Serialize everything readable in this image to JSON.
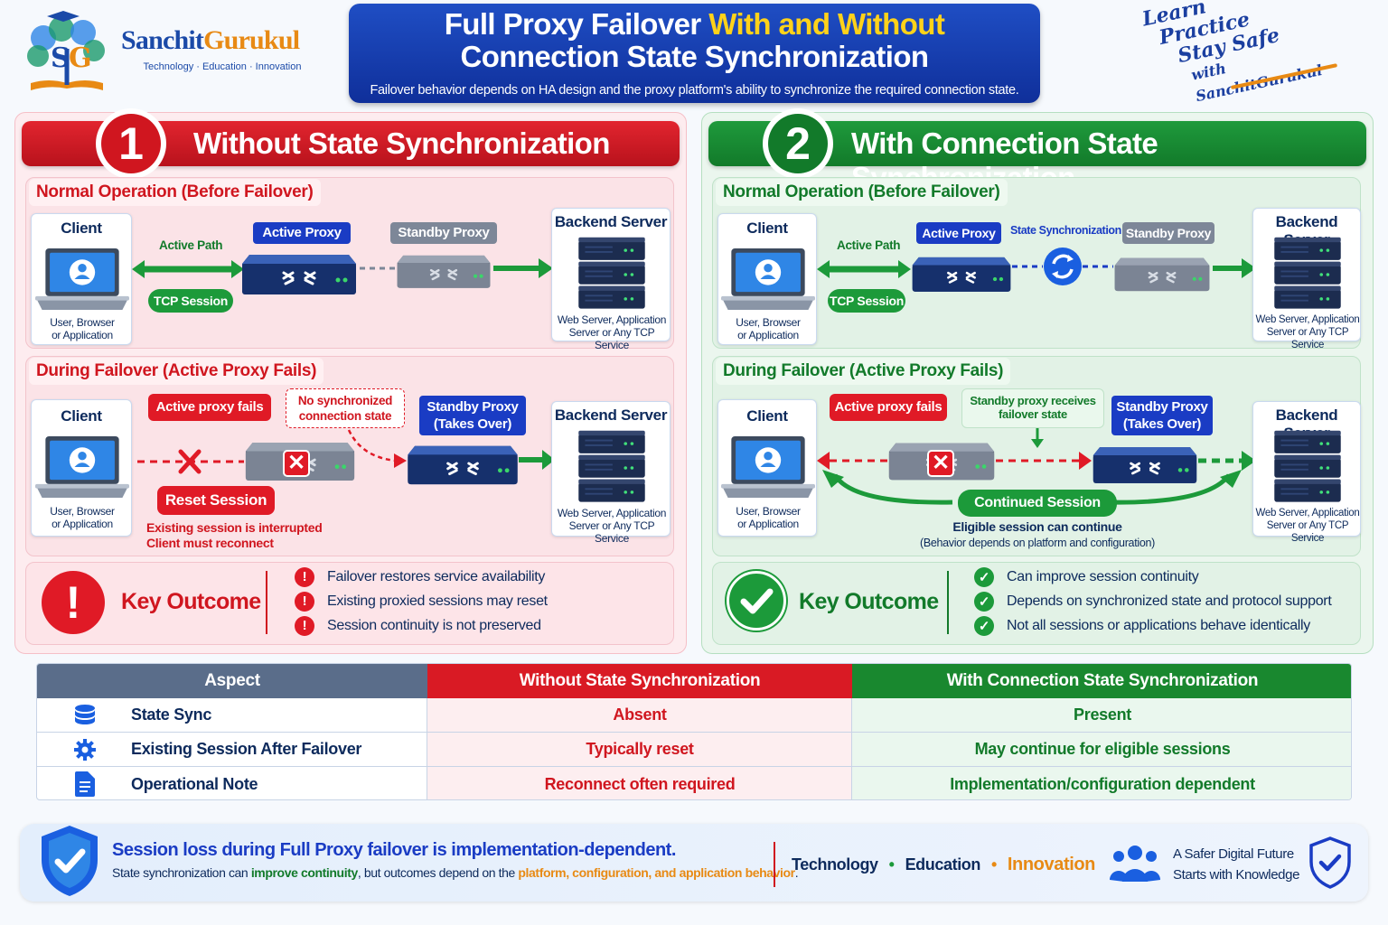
{
  "header": {
    "logo_name_a": "Sanchit",
    "logo_name_b": "Gurukul",
    "logo_tagline": "Technology  ·  Education  ·  Innovation",
    "title_line1_a": "Full Proxy Failover ",
    "title_line1_b": "With and Without",
    "title_line2": "Connection State Synchronization",
    "subtitle": "Failover behavior depends on HA design and the proxy platform's ability to synchronize the required connection state.",
    "slogan": [
      "Learn",
      "Practice",
      "Stay Safe",
      "with SanchitGurukul"
    ]
  },
  "left": {
    "number": "1",
    "title": "Without State Synchronization",
    "normal": {
      "title": "Normal Operation (Before Failover)",
      "client_title": "Client",
      "client_sub": [
        "User, Browser",
        "or Application"
      ],
      "active_path": "Active Path",
      "tcp_session": "TCP Session",
      "active_proxy": "Active Proxy",
      "standby_proxy": "Standby Proxy",
      "backend_title": "Backend Server",
      "backend_sub": [
        "Web Server, Application",
        "Server or Any TCP Service"
      ]
    },
    "failover": {
      "title": "During Failover (Active Proxy Fails)",
      "client_title": "Client",
      "client_sub": [
        "User, Browser",
        "or Application"
      ],
      "active_fails": "Active proxy fails",
      "no_sync": [
        "No synchronized",
        "connection state"
      ],
      "standby_takes": [
        "Standby Proxy",
        "(Takes Over)"
      ],
      "reset_session": "Reset Session",
      "note": [
        "Existing session is interrupted",
        "Client must reconnect"
      ],
      "backend_title": "Backend Server",
      "backend_sub": [
        "Web Server, Application",
        "Server or Any TCP Service"
      ]
    },
    "outcome": {
      "title": "Key Outcome",
      "items": [
        "Failover restores service availability",
        "Existing proxied sessions may reset",
        "Session continuity is not preserved"
      ]
    }
  },
  "right": {
    "number": "2",
    "title": "With Connection State Synchronization",
    "normal": {
      "title": "Normal Operation (Before Failover)",
      "client_title": "Client",
      "client_sub": [
        "User, Browser",
        "or Application"
      ],
      "active_path": "Active Path",
      "tcp_session": "TCP Session",
      "active_proxy": "Active Proxy",
      "state_sync": "State Synchronization",
      "standby_proxy": "Standby Proxy",
      "backend_title": "Backend Server",
      "backend_sub": [
        "Web Server, Application",
        "Server or Any TCP Service"
      ]
    },
    "failover": {
      "title": "During Failover (Active Proxy Fails)",
      "client_title": "Client",
      "client_sub": [
        "User, Browser",
        "or Application"
      ],
      "active_fails": "Active proxy fails",
      "standby_receives": [
        "Standby proxy receives",
        "failover state"
      ],
      "standby_takes": [
        "Standby Proxy",
        "(Takes Over)"
      ],
      "continued_session": "Continued Session",
      "note_main": "Eligible session can continue",
      "note_sub": "(Behavior depends on platform and configuration)",
      "backend_title": "Backend Server",
      "backend_sub": [
        "Web Server, Application",
        "Server or Any TCP Service"
      ]
    },
    "outcome": {
      "title": "Key Outcome",
      "items": [
        "Can improve session continuity",
        "Depends on synchronized state and protocol support",
        "Not all sessions or applications behave identically"
      ]
    }
  },
  "table": {
    "headers": [
      "Aspect",
      "Without State Synchronization",
      "With Connection State Synchronization"
    ],
    "rows": [
      {
        "icon": "database-icon",
        "aspect": "State Sync",
        "without": "Absent",
        "with": "Present"
      },
      {
        "icon": "gear-icon",
        "aspect": "Existing Session After Failover",
        "without": "Typically reset",
        "with": "May continue for eligible sessions"
      },
      {
        "icon": "document-icon",
        "aspect": "Operational Note",
        "without": "Reconnect often required",
        "with": "Implementation/configuration dependent"
      }
    ]
  },
  "footer": {
    "headline": "Session loss during Full Proxy failover is implementation-dependent.",
    "sub_a": "State synchronization can ",
    "sub_b": "improve continuity",
    "sub_c": ", but outcomes depend on the ",
    "sub_d": "platform, configuration, and application behavior",
    "sub_e": ".",
    "pillars": [
      "Technology",
      "Education",
      "Innovation"
    ],
    "closing": [
      "A Safer Digital Future",
      "Starts with Knowledge"
    ]
  },
  "colors": {
    "red": "#e01a26",
    "green": "#1c9a3a",
    "blue": "#1a3cc4",
    "navy": "#0d2a5c",
    "orange": "#e88a14"
  }
}
